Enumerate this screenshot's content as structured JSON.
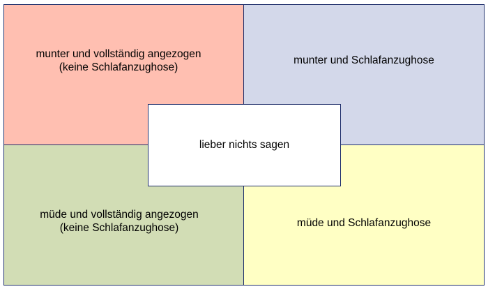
{
  "quadrants": {
    "top_left": {
      "text": "munter und vollständig angezogen\n(keine Schlafanzughose)",
      "color": "#ffbfb1"
    },
    "top_right": {
      "text": "munter und Schlafanzughose",
      "color": "#d3d8ea"
    },
    "bottom_left": {
      "text": "müde und vollständig angezogen\n(keine Schlafanzughose)",
      "color": "#d2ddb5"
    },
    "bottom_right": {
      "text": "müde und Schlafanzughose",
      "color": "#ffffc4"
    }
  },
  "center": {
    "text": "lieber nichts sagen"
  },
  "border_color": "#1f2f6b"
}
